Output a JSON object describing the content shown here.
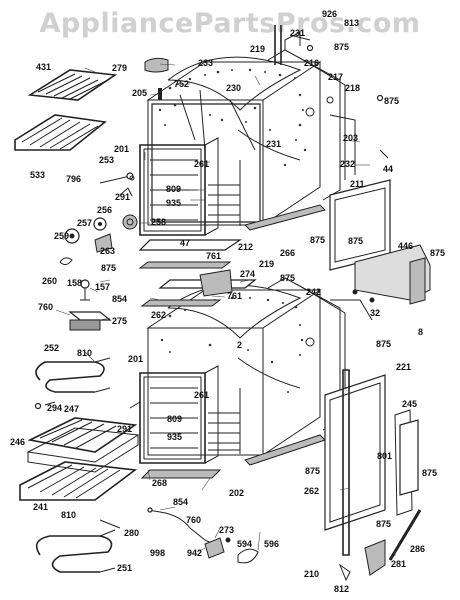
{
  "watermark": "AppliancePartsPros.com",
  "part_labels": {
    "p926": "926",
    "p813": "813",
    "p875a": "875",
    "p219a": "219",
    "p231a": "231",
    "p431": "431",
    "p279": "279",
    "p233": "233",
    "p216": "216",
    "p217": "217",
    "p752": "752",
    "p230": "230",
    "p218": "218",
    "p875b": "875",
    "p205": "205",
    "p231b": "231",
    "p203": "203",
    "p44": "44",
    "p232": "232",
    "p211": "211",
    "p201a": "201",
    "p261a": "261",
    "p253": "253",
    "p533": "533",
    "p796": "796",
    "p291a": "291",
    "p809a": "809",
    "p935a": "935",
    "p256": "256",
    "p257": "257",
    "p258": "258",
    "p875c": "875",
    "p875d": "875",
    "p212": "212",
    "p266": "266",
    "p446": "446",
    "p875e": "875",
    "p259": "259",
    "p263": "263",
    "p47": "47",
    "p761a": "761",
    "p219b": "219",
    "p875f": "875",
    "p260": "260",
    "p875g": "875",
    "p274": "274",
    "p158": "158",
    "p157": "157",
    "p242": "242",
    "p854a": "854",
    "p761b": "761",
    "p32": "32",
    "p8": "8",
    "p760a": "760",
    "p262a": "262",
    "p275": "275",
    "p2": "2",
    "p875h": "875",
    "p252": "252",
    "p810a": "810",
    "p201b": "201",
    "p221": "221",
    "p261b": "261",
    "p294": "294",
    "p245": "245",
    "p247": "247",
    "p291b": "291",
    "p809b": "809",
    "p935b": "935",
    "p246": "246",
    "p801": "801",
    "p875i": "875",
    "p268": "268",
    "p202": "202",
    "p875j": "875",
    "p262b": "262",
    "p241": "241",
    "p854b": "854",
    "p810b": "810",
    "p760b": "760",
    "p273": "273",
    "p875k": "875",
    "p280": "280",
    "p998": "998",
    "p942": "942",
    "p594": "594",
    "p596": "596",
    "p286": "286",
    "p251": "251",
    "p281": "281",
    "p210": "210",
    "p812": "812"
  }
}
